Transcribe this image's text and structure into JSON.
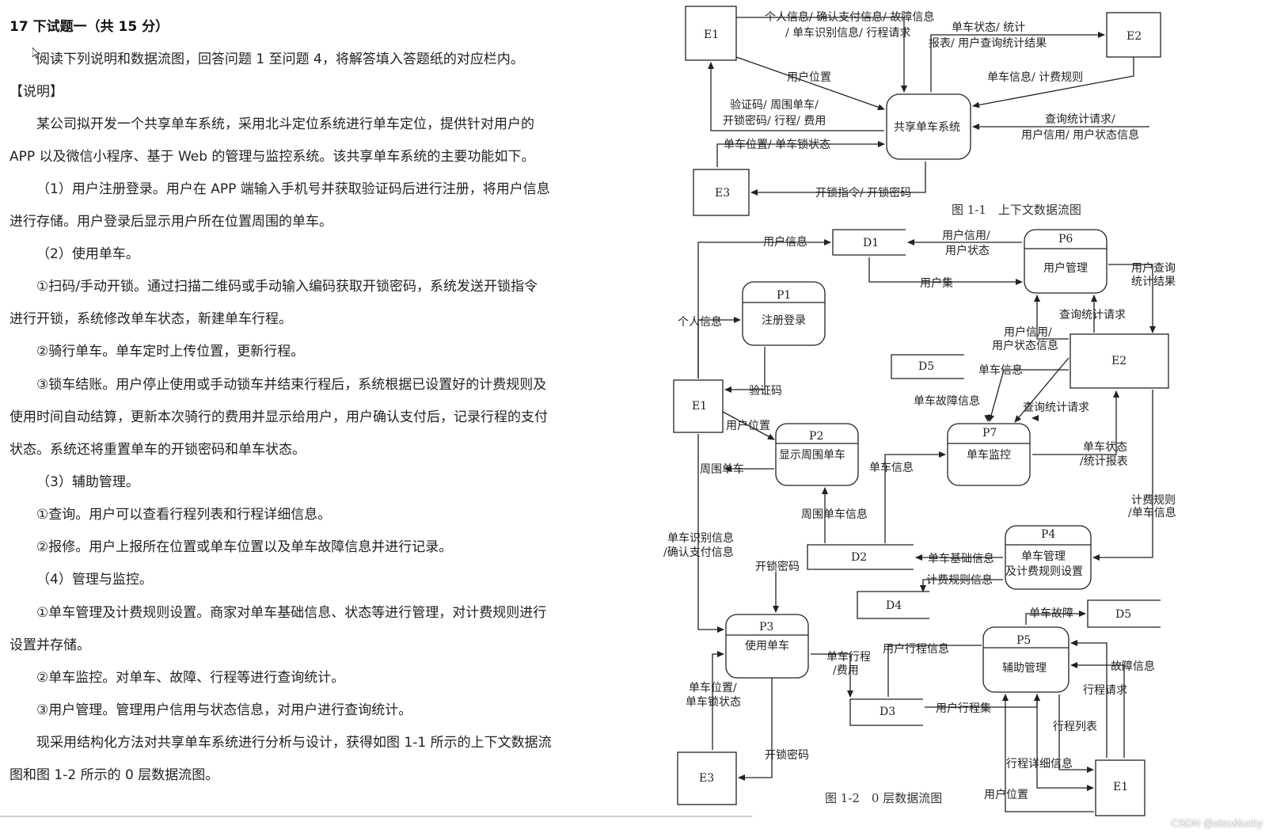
{
  "document": {
    "title": "17 下试题一（共 15 分）",
    "intro": "阅读下列说明和数据流图，回答问题 1 至问题 4，将解答填入答题纸的对应栏内。",
    "section_label": "【说明】",
    "para1_a": "某公司拟开发一个共享单车系统，采用北斗定位系统进行单车定位，提供针对用户的",
    "para1_b": "APP 以及微信小程序、基于 Web 的管理与监控系统。该共享单车系统的主要功能如下。",
    "item1_a": "（1）用户注册登录。用户在 APP 端输入手机号并获取验证码后进行注册，将用户信息",
    "item1_b": "进行存储。用户登录后显示用户所在位置周围的单车。",
    "item2": "（2）使用单车。",
    "item2_1a": "①扫码/手动开锁。通过扫描二维码或手动输入编码获取开锁密码，系统发送开锁指令",
    "item2_1b": "进行开锁，系统修改单车状态，新建单车行程。",
    "item2_2": "②骑行单车。单车定时上传位置，更新行程。",
    "item2_3a": "③锁车结账。用户停止使用或手动锁车并结束行程后，系统根据已设置好的计费规则及",
    "item2_3b": "使用时间自动结算，更新本次骑行的费用并显示给用户，用户确认支付后，记录行程的支付",
    "item2_3c": "状态。系统还将重置单车的开锁密码和单车状态。",
    "item3": "（3）辅助管理。",
    "item3_1": "①查询。用户可以查看行程列表和行程详细信息。",
    "item3_2": "②报修。用户上报所在位置或单车位置以及单车故障信息并进行记录。",
    "item4": "（4）管理与监控。",
    "item4_1a": "①单车管理及计费规则设置。商家对单车基础信息、状态等进行管理，对计费规则进行",
    "item4_1b": "设置并存储。",
    "item4_2": "②单车监控。对单车、故障、行程等进行查询统计。",
    "item4_3": "③用户管理。管理用户信用与状态信息，对用户进行查询统计。",
    "closing_a": "现采用结构化方法对共享单车系统进行分析与设计，获得如图 1-1 所示的上下文数据流",
    "closing_b": "图和图 1-2 所示的 0 层数据流图。"
  },
  "figure1": {
    "caption": "图 1-1　上下文数据流图",
    "center": "共享单车系统",
    "entities": {
      "e1": "E1",
      "e2": "E2",
      "e3": "E3"
    },
    "flows": {
      "f1a": "个人信息/ 确认支付信息/ 故障信息",
      "f1b": "/ 单车识别信息/ 行程请求",
      "f2a": "单车状态/ 统计",
      "f2b": "报表/ 用户查询统计结果",
      "f3": "用户位置",
      "f4": "单车信息/ 计费规则",
      "f5a": "验证码/ 周围单车/",
      "f5b": "开锁密码/ 行程/ 费用",
      "f6a": "查询统计请求/",
      "f6b": "用户信用/ 用户状态信息",
      "f7": "单车位置/ 单车锁状态",
      "f8": "开锁指令/ 开锁密码"
    }
  },
  "figure2": {
    "caption": "图 1-2　0 层数据流图",
    "processes": {
      "p1": {
        "id": "P1",
        "name": "注册登录"
      },
      "p2": {
        "id": "P2",
        "name": "显示周围单车"
      },
      "p3": {
        "id": "P3",
        "name": "使用单车"
      },
      "p4": {
        "id": "P4",
        "name1": "单车管理",
        "name2": "及计费规则设置"
      },
      "p5": {
        "id": "P5",
        "name": "辅助管理"
      },
      "p6": {
        "id": "P6",
        "name": "用户管理"
      },
      "p7": {
        "id": "P7",
        "name": "单车监控"
      }
    },
    "stores": {
      "d1": "D1",
      "d2": "D2",
      "d3": "D3",
      "d4": "D4",
      "d5": "D5"
    },
    "entities": {
      "e1": "E1",
      "e2": "E2",
      "e3": "E3"
    },
    "flows": {
      "user_info": "用户信息",
      "credit_a": "用户信用/",
      "credit_b": "用户状态",
      "user_set": "用户集",
      "query_result_a": "用户查询",
      "query_result_b": "统计结果",
      "personal_info": "个人信息",
      "query_req": "查询统计请求",
      "credit2_a": "用户信用/",
      "credit2_b": "用户状态信息",
      "bike_info": "单车信息",
      "fault_info": "单车故障信息",
      "query_req2": "查询统计请求",
      "verify_code": "验证码",
      "user_pos": "用户位置",
      "nearby": "周围单车",
      "bike_info2": "单车信息",
      "bike_status_a": "单车状态",
      "bike_status_b": "/统计报表",
      "nearby_info": "周围单车信息",
      "billing_a": "计费规则",
      "billing_b": "/单车信息",
      "identify_a": "单车识别信息",
      "identify_b": "/确认支付信息",
      "unlock_pwd": "开锁密码",
      "basic_info": "单车基础信息",
      "billing_info": "计费规则信息",
      "bike_fault": "单车故障",
      "trip_fee_a": "单车行程",
      "trip_fee_b": "/费用",
      "user_trip": "用户行程信息",
      "fault": "故障信息",
      "bike_pos_a": "单车位置/",
      "bike_pos_b": "单车锁状态",
      "trip_req": "行程请求",
      "trip_list": "行程列表",
      "trip_set": "用户行程集",
      "trip_detail": "行程详细信息",
      "unlock_pwd2": "开锁密码",
      "user_pos2": "用户位置"
    }
  },
  "watermark": "CSDN @also&lucky"
}
